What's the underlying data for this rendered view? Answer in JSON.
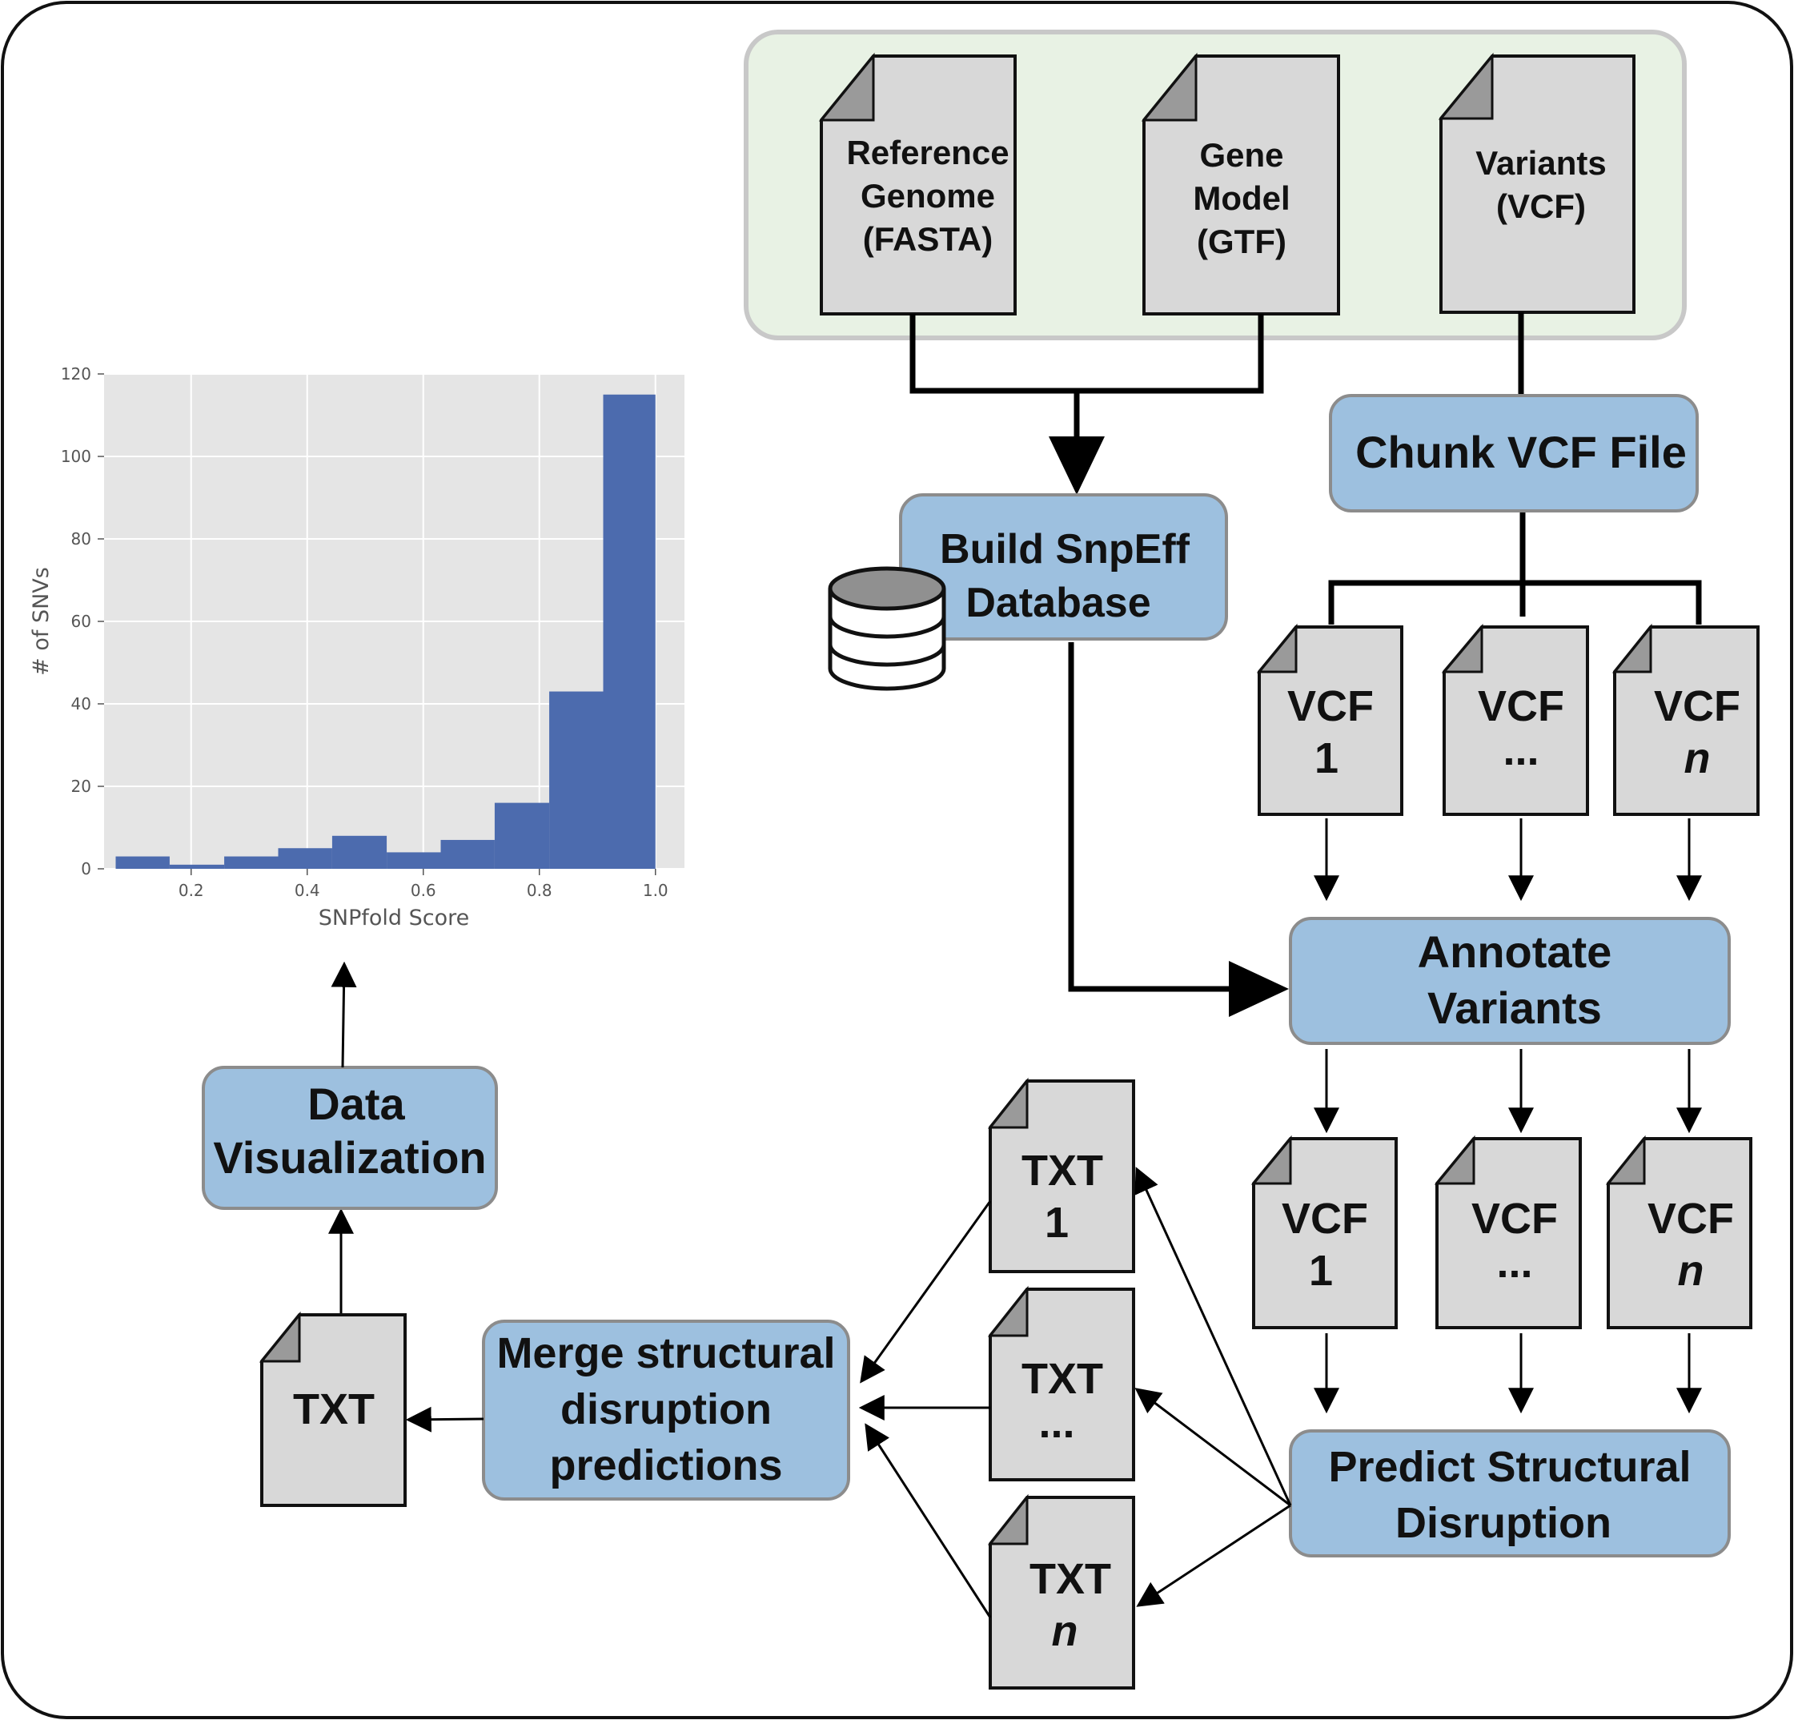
{
  "inputs": {
    "reference": [
      "Reference",
      "Genome",
      "(FASTA)"
    ],
    "gene_model": [
      "Gene",
      "Model",
      "(GTF)"
    ],
    "variants": [
      "Variants",
      "(VCF)"
    ]
  },
  "steps": {
    "build_db": [
      "Build SnpEff",
      "Database"
    ],
    "chunk": [
      "Chunk VCF File"
    ],
    "annotate": [
      "Annotate",
      "Variants"
    ],
    "predict": [
      "Predict Structural",
      "Disruption"
    ],
    "merge": [
      "Merge structural",
      "disruption",
      "predictions"
    ],
    "visualize": [
      "Data",
      "Visualization"
    ]
  },
  "files": {
    "chunk_vcf": [
      [
        "VCF",
        "1"
      ],
      [
        "VCF",
        "..."
      ],
      [
        "VCF",
        "n"
      ]
    ],
    "annotated_vcf": [
      [
        "VCF",
        "1"
      ],
      [
        "VCF",
        "..."
      ],
      [
        "VCF",
        "n"
      ]
    ],
    "prediction_txt": [
      [
        "TXT",
        "1"
      ],
      [
        "TXT",
        "..."
      ],
      [
        "TXT",
        "n"
      ]
    ],
    "merged_txt": [
      "TXT"
    ]
  },
  "chart_data": {
    "type": "bar",
    "title": "",
    "xlabel": "SNPfold Score",
    "ylabel": "# of SNVs",
    "xlim": [
      0.05,
      1.05
    ],
    "ylim": [
      0,
      120
    ],
    "x_ticks": [
      "0.2",
      "0.4",
      "0.6",
      "0.8",
      "1.0"
    ],
    "y_ticks": [
      "0",
      "20",
      "40",
      "60",
      "80",
      "100",
      "120"
    ],
    "bin_edges": [
      0.07,
      0.163,
      0.257,
      0.35,
      0.443,
      0.537,
      0.63,
      0.723,
      0.817,
      0.91,
      1.0
    ],
    "values": [
      3,
      1,
      3,
      5,
      8,
      4,
      7,
      16,
      43,
      115
    ],
    "colors": {
      "bar": "#4C6BAE",
      "background": "#E5E5E5",
      "grid": "#ffffff"
    }
  },
  "colors": {
    "step_fill": "#9DC0DF",
    "step_stroke": "#8C8C8C",
    "input_panel": "#E8F2E4",
    "doc_fill": "#D8D8D8"
  }
}
